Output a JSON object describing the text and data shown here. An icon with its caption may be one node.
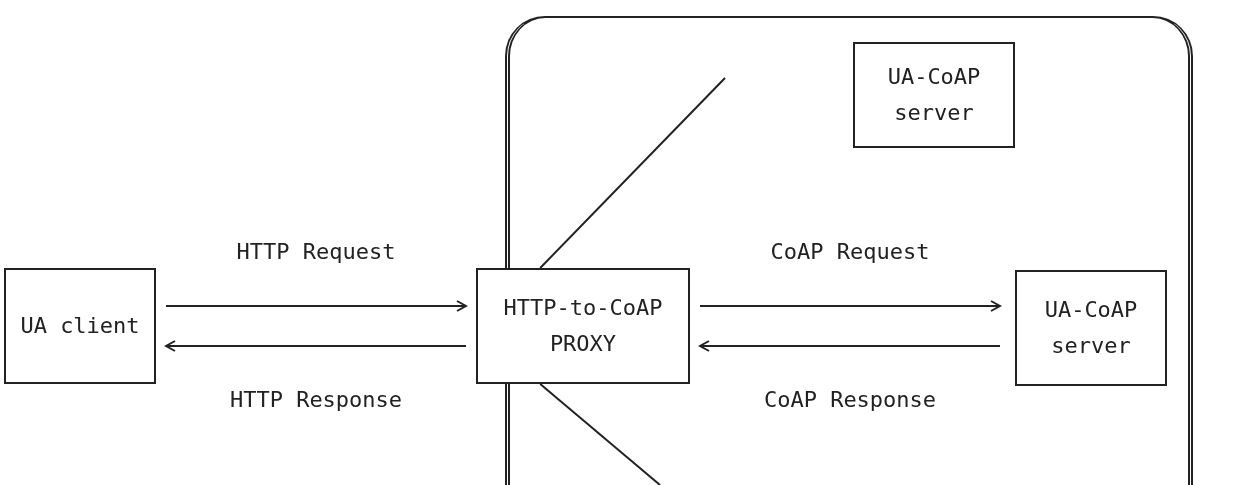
{
  "diagram": {
    "nodes": [
      {
        "text": [],
        "shape": "box"
      },
      {
        "text": [
          "UA client"
        ]
      },
      {
        "text": [
          "HTTP-to-CoAP PROXY"
        ]
      },
      {
        "text": [
          "UA-CoAP server"
        ],
        "in": 0
      },
      {
        "text": [
          "UA-CoAP server"
        ],
        "in": 0
      }
    ],
    "edges": [
      {
        "from": 1,
        "to": 2,
        "arrow": "to",
        "label": "HTTP Request"
      },
      {
        "from": 2,
        "to": 1,
        "arrow": "to",
        "label": "HTTP Response"
      },
      {
        "from": 2,
        "to": 4,
        "arrow": "to",
        "label": "CoAP Request"
      },
      {
        "from": 4,
        "to": 2,
        "arrow": "to",
        "label": "CoAP Response"
      },
      {
        "from": 2,
        "to": null,
        "arrow": "none"
      },
      {
        "from": 2,
        "to": null,
        "arrow": "none"
      }
    ]
  }
}
